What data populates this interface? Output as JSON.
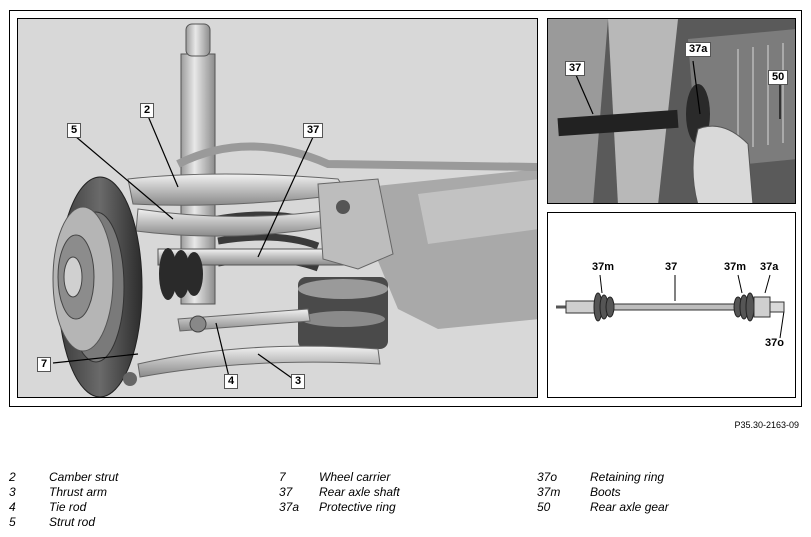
{
  "reference_code": "P35.30-2163-09",
  "main_callouts": {
    "c2": "2",
    "c5": "5",
    "c37": "37",
    "c7": "7",
    "c4": "4",
    "c3": "3"
  },
  "top_right_callouts": {
    "c37": "37",
    "c37a": "37a",
    "c50": "50"
  },
  "bottom_right_callouts": {
    "c37m_left": "37m",
    "c37": "37",
    "c37m_right": "37m",
    "c37a": "37a",
    "c37o": "37o"
  },
  "legend": [
    {
      "num": "2",
      "text": "Camber strut"
    },
    {
      "num": "3",
      "text": "Thrust arm"
    },
    {
      "num": "4",
      "text": "Tie rod"
    },
    {
      "num": "5",
      "text": "Strut rod"
    },
    {
      "num": "7",
      "text": "Wheel carrier"
    },
    {
      "num": "37",
      "text": "Rear axle shaft"
    },
    {
      "num": "37a",
      "text": "Protective ring"
    },
    {
      "num": "37o",
      "text": "Retaining ring"
    },
    {
      "num": "37m",
      "text": "Boots"
    },
    {
      "num": "50",
      "text": "Rear axle gear"
    }
  ]
}
